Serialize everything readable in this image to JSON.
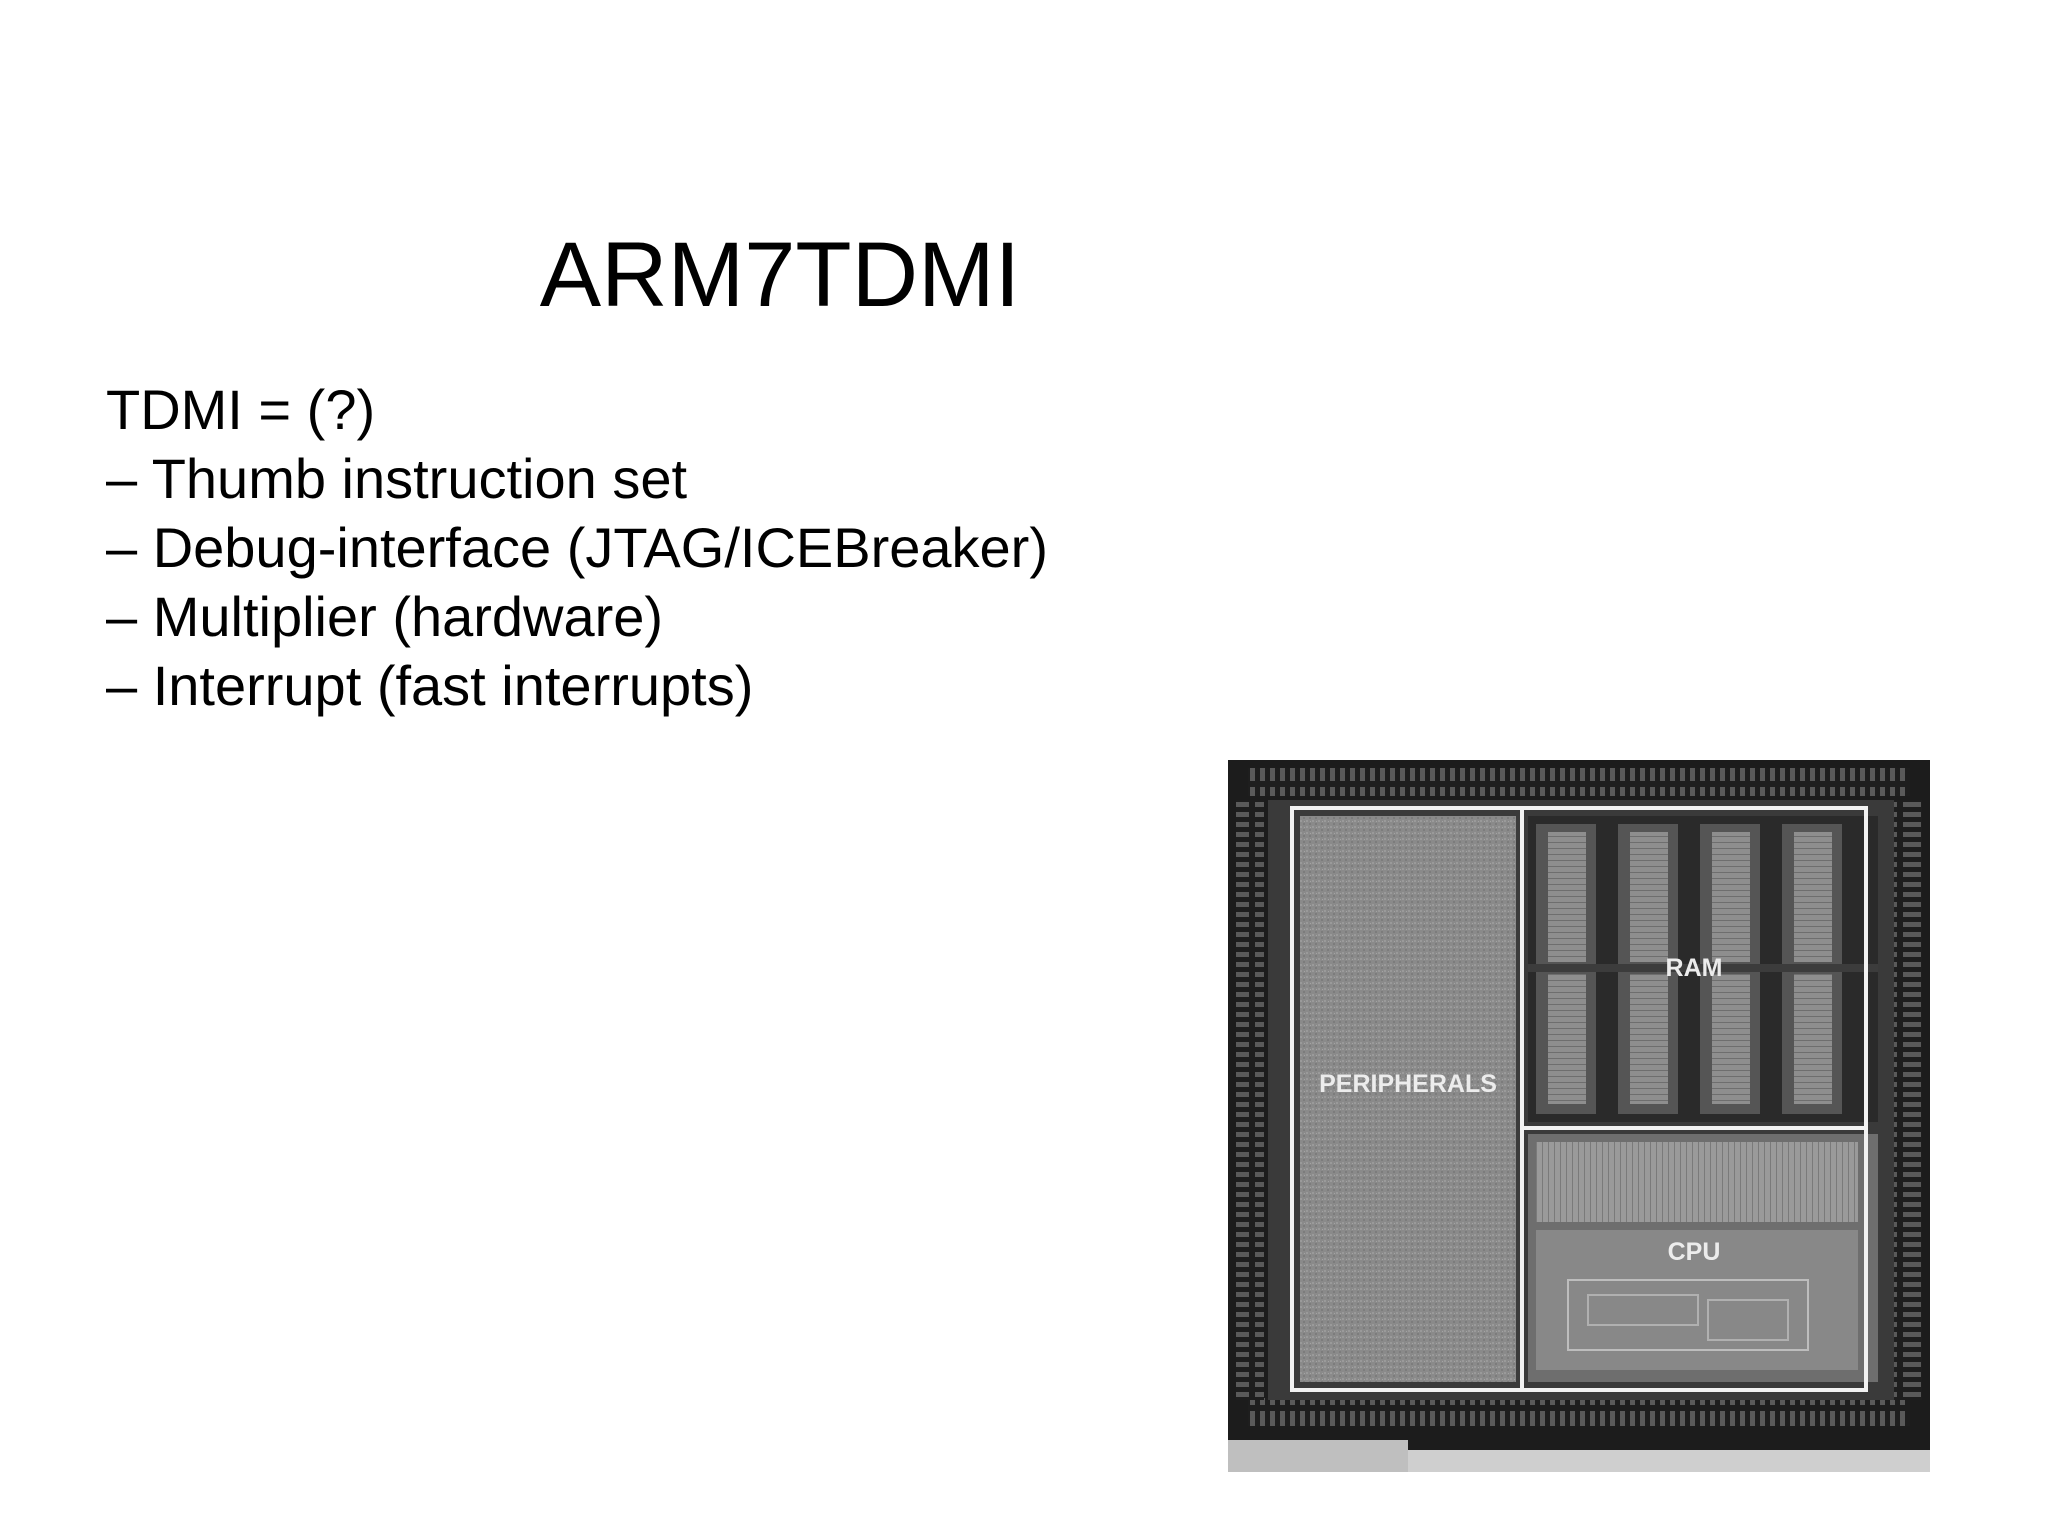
{
  "slide": {
    "title": "ARM7TDMI",
    "lines": [
      "TDMI = (?)",
      "– Thumb instruction set",
      "– Debug-interface (JTAG/ICEBreaker)",
      "– Multiplier (hardware)",
      "– Interrupt (fast interrupts)"
    ]
  },
  "die_photo": {
    "labels": {
      "peripherals": "PERIPHERALS",
      "ram": "RAM",
      "cpu": "CPU"
    }
  },
  "colors": {
    "background": "#ffffff",
    "text": "#000000",
    "die_frame": "#1c1c1c",
    "die_outline": "#f2f2f2",
    "peripherals_fill": "#8c8c8c",
    "ram_fill": "#6a6a6a",
    "cpu_fill": "#7a7a7a"
  }
}
